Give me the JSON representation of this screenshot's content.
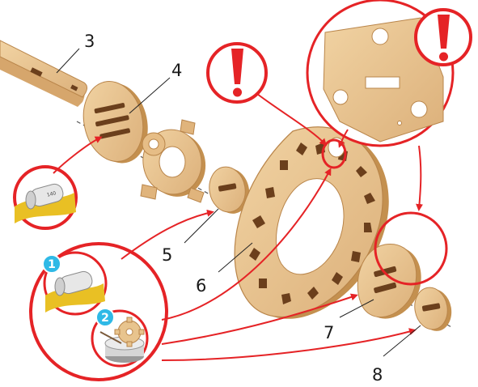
{
  "callouts": {
    "n3": "3",
    "n4": "4",
    "n5": "5",
    "n6": "6",
    "n7": "7",
    "n8": "8",
    "step1": "1",
    "step2": "2",
    "tube_marks": "140"
  },
  "colors": {
    "wood": "#e8c48e",
    "wood_edge": "#b9854a",
    "hole": "#6b3f1c",
    "red": "#e52326",
    "badge": "#2fb9e6",
    "yellow": "#e9c024"
  },
  "icons": [
    "warning-exclamation-icon",
    "glue-tube-icon",
    "wax-candle-icon"
  ]
}
